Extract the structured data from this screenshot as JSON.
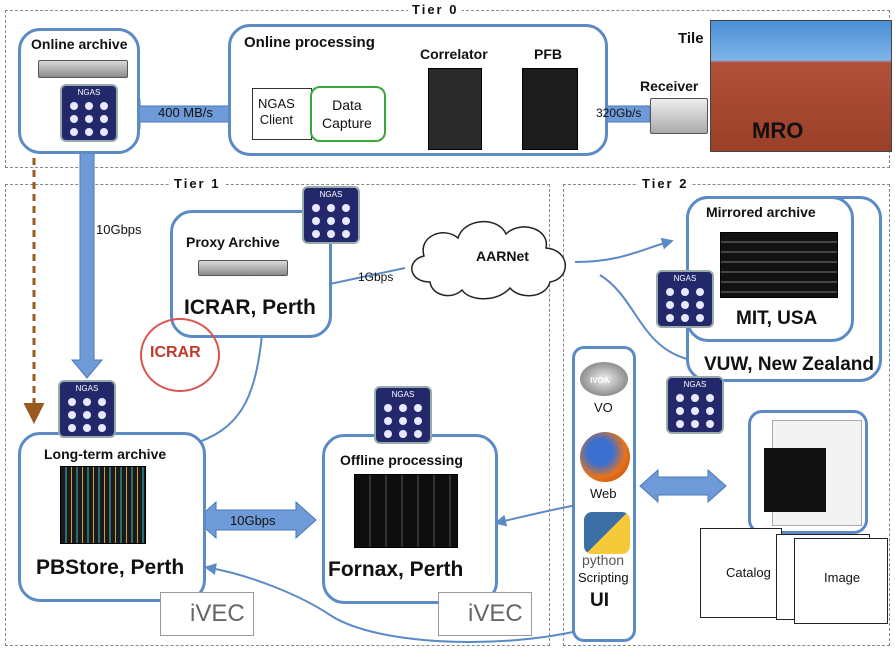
{
  "tiers": {
    "t0": "Tier 0",
    "t1": "Tier 1",
    "t2": "Tier 2"
  },
  "tier0": {
    "online_archive": "Online archive",
    "online_processing": "Online processing",
    "ngas_client": "NGAS\nClient",
    "data_capture": "Data\nCapture",
    "correlator": "Correlator",
    "pfb": "PFB",
    "receiver": "Receiver",
    "tile": "Tile",
    "mro": "MRO"
  },
  "links": {
    "online_to_archive": "400 MB/s",
    "receiver_to_pfb": "320Gb/s",
    "online_to_longterm": "10Gbps",
    "proxy_to_aarnet": "1Gbps",
    "longterm_offline": "10Gbps"
  },
  "tier1": {
    "proxy_archive": "Proxy Archive",
    "icrar_perth": "ICRAR, Perth",
    "icrar_logo": "ICRAR",
    "long_term_archive": "Long-term archive",
    "pbstore_perth": "PBStore, Perth",
    "offline_processing": "Offline processing",
    "fornax_perth": "Fornax, Perth",
    "ivec_logo": "iVEC"
  },
  "cloud": "AARNet",
  "tier2": {
    "mirrored_archive": "Mirrored archive",
    "mit_usa": "MIT, USA",
    "vuw_nz": "VUW, New Zealand",
    "vo": "VO",
    "ivoa": "IVOA",
    "web": "Web",
    "python": "python",
    "scripting": "Scripting",
    "ui": "UI",
    "catalog": "Catalog",
    "image": "Image"
  },
  "ngas_label": "NGAS",
  "colors": {
    "box_border": "#5b8ac4",
    "arrow": "#6f9ad8",
    "ngas": "#22286a",
    "green": "#3aa53a",
    "brown_dash": "#9a5a1e"
  }
}
